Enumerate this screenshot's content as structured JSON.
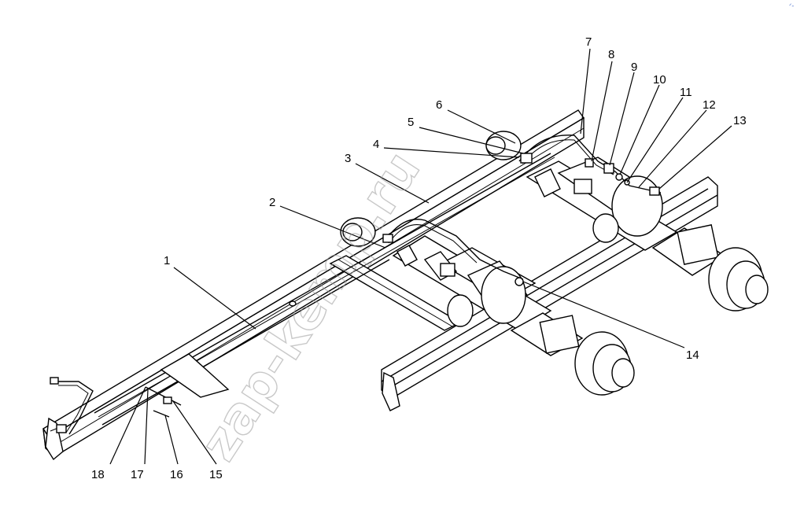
{
  "watermark": "zap-kemp.ru",
  "corner_mark": "ᐟ-",
  "callouts": [
    "1",
    "2",
    "3",
    "4",
    "5",
    "6",
    "7",
    "8",
    "9",
    "10",
    "11",
    "12",
    "13",
    "14",
    "15",
    "16",
    "17",
    "18"
  ],
  "colors": {
    "line": "#000000",
    "background": "#ffffff",
    "watermark": "#9c9c9c",
    "corner_mark": "#3a62c8"
  }
}
